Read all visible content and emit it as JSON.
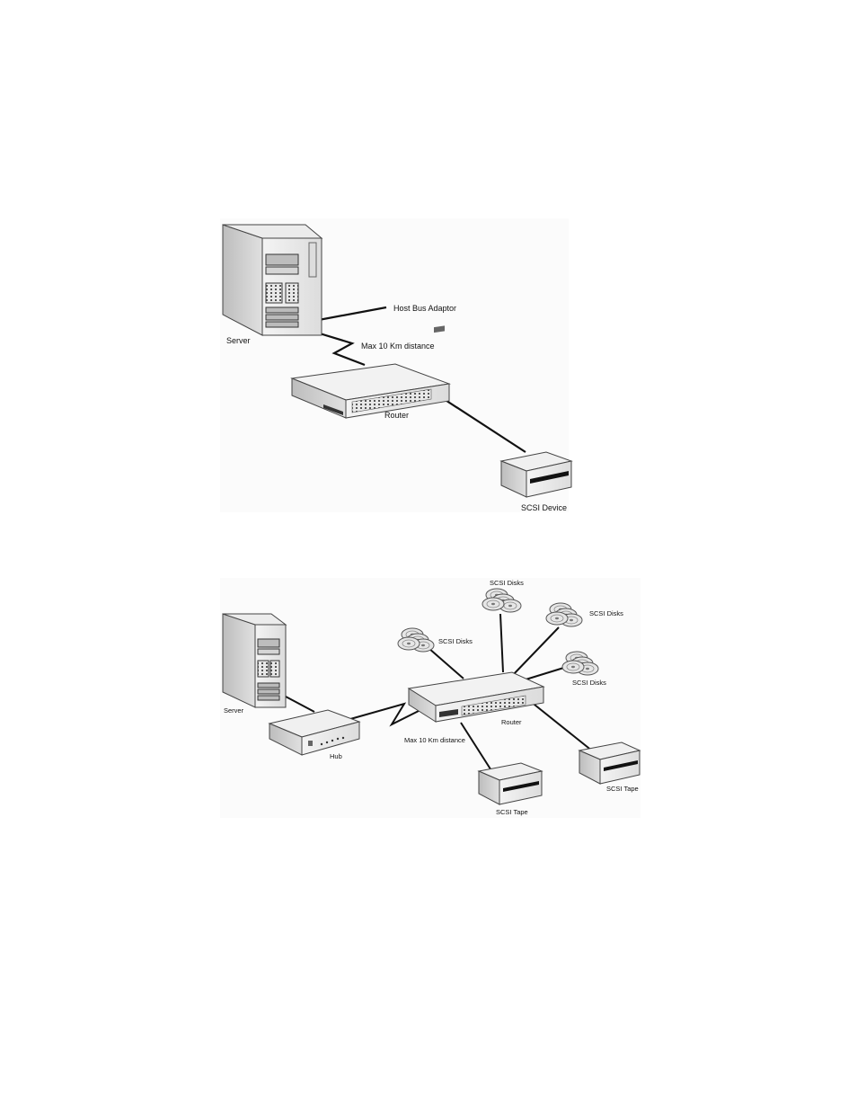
{
  "diagram1": {
    "server_label": "Server",
    "hba_label": "Host Bus Adaptor",
    "distance_label": "Max 10 Km distance",
    "router_label": "Router",
    "device_label": "SCSI Device"
  },
  "diagram2": {
    "server_label": "Server",
    "hub_label": "Hub",
    "distance_label": "Max 10 Km distance",
    "router_label": "Router",
    "disks_labels": [
      "SCSI Disks",
      "SCSI Disks",
      "SCSI Disks",
      "SCSI Disks"
    ],
    "tape_labels": [
      "SCSI Tape",
      "SCSI Tape"
    ]
  }
}
